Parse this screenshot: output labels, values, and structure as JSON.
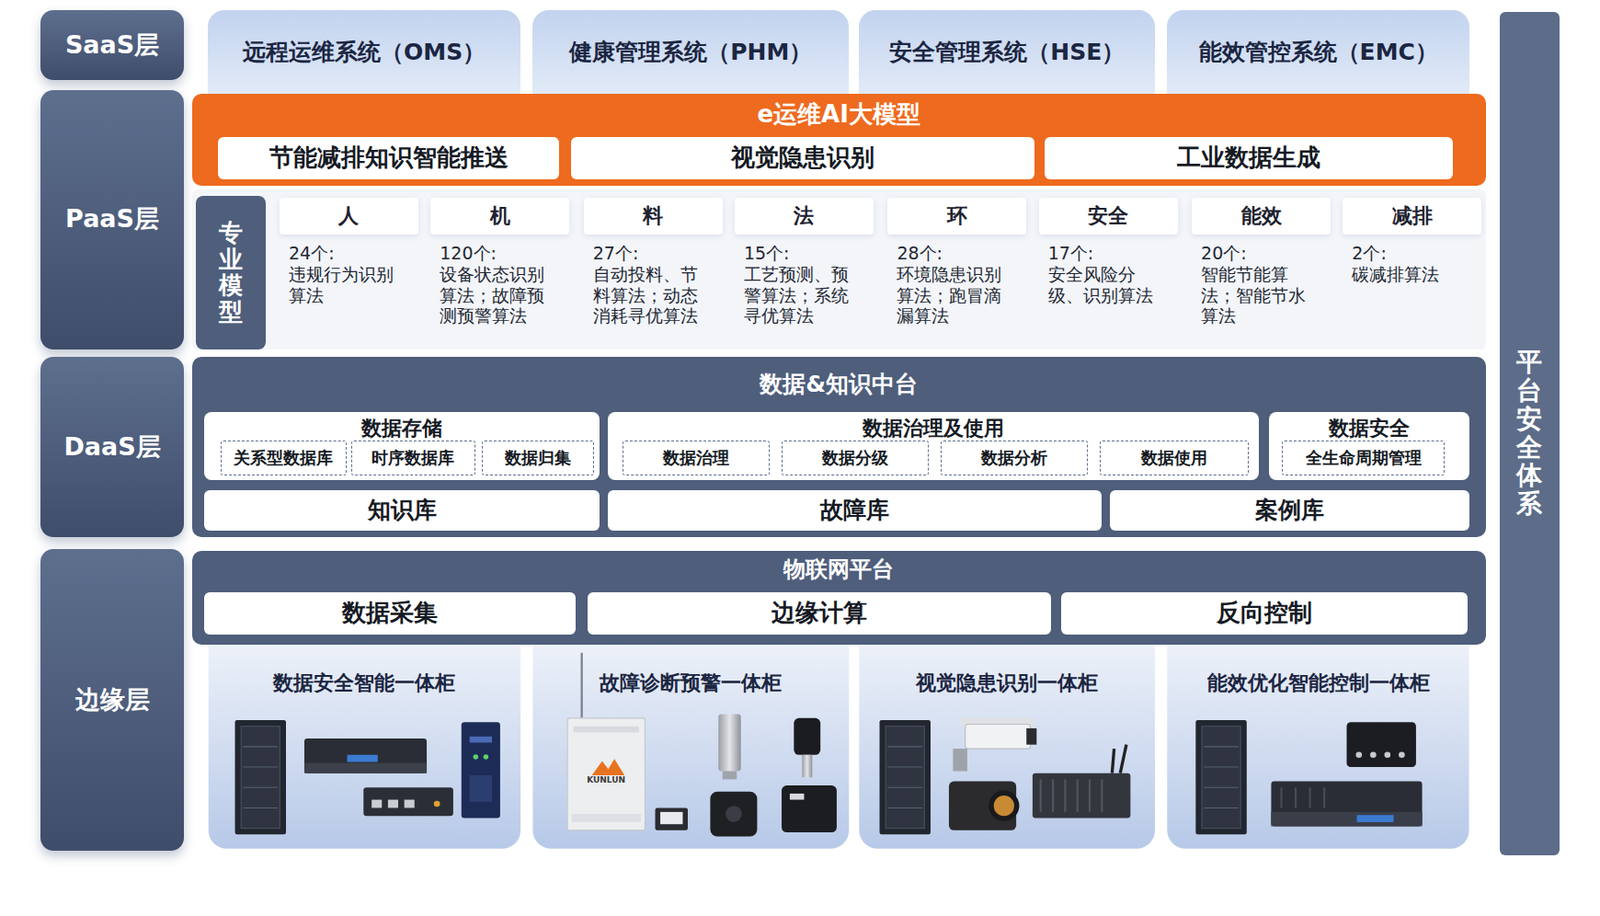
{
  "diagram": {
    "nodes": [
      {
        "text": [
          "SaaS层"
        ]
      },
      {
        "text": [
          "远程运维系统（OMS）"
        ]
      },
      {
        "text": [
          "健康管理系统（PHM）"
        ]
      },
      {
        "text": [
          "安全管理系统（HSE）"
        ]
      },
      {
        "text": [
          "能效管控系统（EMC）"
        ]
      },
      {
        "text": [
          "PaaS层"
        ]
      },
      {
        "text": [
          "e运维AI大模型"
        ]
      },
      {
        "text": [
          "节能减排知识智能推送"
        ],
        "in": 6
      },
      {
        "text": [
          "视觉隐患识别"
        ],
        "in": 6
      },
      {
        "text": [
          "工业数据生成"
        ],
        "in": 6
      },
      {
        "text": [
          "专业模型"
        ]
      },
      {
        "text": [
          "人",
          "24个:",
          "违规行为识别算法"
        ],
        "in": 10
      },
      {
        "text": [
          "机",
          "120个:",
          "设备状态识别算法；故障预测预警算法"
        ],
        "in": 10
      },
      {
        "text": [
          "料",
          "27个:",
          "自动投料、节料算法；动态消耗寻优算法"
        ],
        "in": 10
      },
      {
        "text": [
          "法",
          "15个:",
          "工艺预测、预警算法；系统寻优算法"
        ],
        "in": 10
      },
      {
        "text": [
          "环",
          "28个:",
          "环境隐患识别算法；跑冒滴漏算法"
        ],
        "in": 10
      },
      {
        "text": [
          "安全",
          "17个:",
          "安全风险分级、识别算法"
        ],
        "in": 10
      },
      {
        "text": [
          "能效",
          "20个:",
          "智能节能算法；智能节水算法"
        ],
        "in": 10
      },
      {
        "text": [
          "减排",
          "2个:",
          "碳减排算法"
        ],
        "in": 10
      },
      {
        "text": [
          "DaaS层"
        ]
      },
      {
        "text": [
          "数据&知识中台"
        ]
      },
      {
        "text": [
          "数据存储"
        ],
        "in": 20
      },
      {
        "text": [
          "关系型数据库"
        ],
        "in": 21
      },
      {
        "text": [
          "时序数据库"
        ],
        "in": 21
      },
      {
        "text": [
          "数据归集"
        ],
        "in": 21
      },
      {
        "text": [
          "数据治理及使用"
        ],
        "in": 20
      },
      {
        "text": [
          "数据治理"
        ],
        "in": 25
      },
      {
        "text": [
          "数据分级"
        ],
        "in": 25
      },
      {
        "text": [
          "数据分析"
        ],
        "in": 25
      },
      {
        "text": [
          "数据使用"
        ],
        "in": 25
      },
      {
        "text": [
          "数据安全"
        ],
        "in": 20
      },
      {
        "text": [
          "全生命周期管理"
        ],
        "in": 30
      },
      {
        "text": [
          "知识库"
        ],
        "in": 20
      },
      {
        "text": [
          "故障库"
        ],
        "in": 20
      },
      {
        "text": [
          "案例库"
        ],
        "in": 20
      },
      {
        "text": [
          "边缘层"
        ]
      },
      {
        "text": [
          "物联网平台"
        ]
      },
      {
        "text": [
          "数据采集"
        ],
        "in": 36
      },
      {
        "text": [
          "边缘计算"
        ],
        "in": 36
      },
      {
        "text": [
          "反向控制"
        ],
        "in": 36
      },
      {
        "text": [
          "数据安全智能一体柜"
        ]
      },
      {
        "text": [
          "故障诊断预警一体柜"
        ]
      },
      {
        "text": [
          "视觉隐患识别一体柜"
        ]
      },
      {
        "text": [
          "能效优化智能控制一体柜"
        ]
      },
      {
        "text": [
          "平台安全体系"
        ]
      }
    ],
    "labels": [
      "KUNLUN"
    ]
  }
}
